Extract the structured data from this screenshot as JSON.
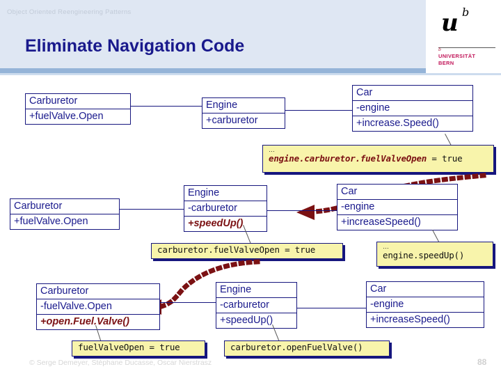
{
  "header": {
    "kicker": "Object Oriented Reengineering Patterns",
    "title": "Eliminate Navigation Code",
    "logo": {
      "u": "u",
      "b": "b",
      "tiny": "b",
      "line1": "UNIVERSITÄT",
      "line2": "BERN"
    }
  },
  "colors": {
    "header_bg": "#dfe7f3",
    "header_rule": "#95b4d8",
    "title": "#19198c",
    "uml_line": "#16167e",
    "uml_text": "#19198c",
    "highlight": "#7b1113",
    "callout_bg": "#f8f4ab",
    "arrow": "#7b1113",
    "footer_text": "#d6d6d6"
  },
  "rows": [
    {
      "name": "row-1",
      "boxes": [
        {
          "name": "carburetor",
          "cells": [
            "Carburetor",
            "+fuelValve.Open"
          ]
        },
        {
          "name": "engine",
          "cells": [
            "Engine",
            "+carburetor"
          ]
        },
        {
          "name": "car",
          "cells": [
            "Car",
            "-engine",
            "+increase.Speed()"
          ]
        }
      ],
      "callout": {
        "ellipsis": "…",
        "path": "engine.carburetor.fuelValveOpen",
        "tail": " = true"
      }
    },
    {
      "name": "row-2",
      "boxes": [
        {
          "name": "carburetor",
          "cells": [
            "Carburetor",
            "+fuelValve.Open"
          ]
        },
        {
          "name": "engine",
          "cells": [
            "Engine",
            "-carburetor",
            "+speedUp()"
          ]
        },
        {
          "name": "car",
          "cells": [
            "Car",
            "-engine",
            "+increaseSpeed()"
          ]
        }
      ],
      "callout_left": {
        "ellipsis": "",
        "path": "",
        "tail": "carburetor.fuelValveOpen = true"
      },
      "callout_right": {
        "ellipsis": "…",
        "path": "",
        "tail": "engine.speedUp()"
      }
    },
    {
      "name": "row-3",
      "boxes": [
        {
          "name": "carburetor",
          "cells": [
            "Carburetor",
            "-fuelValve.Open",
            "+open.Fuel.Valve()"
          ]
        },
        {
          "name": "engine",
          "cells": [
            "Engine",
            "-carburetor",
            "+speedUp()"
          ]
        },
        {
          "name": "car",
          "cells": [
            "Car",
            "-engine",
            "+increaseSpeed()"
          ]
        }
      ],
      "callout_left": {
        "ellipsis": "",
        "path": "",
        "tail": "fuelValveOpen = true"
      },
      "callout_right": {
        "ellipsis": "",
        "path": "",
        "tail": "carburetor.openFuelValve()"
      }
    }
  ],
  "footer": {
    "copyright": "© Serge Demeyer, Stéphane Ducasse, Oscar Nierstrasz",
    "page": "88"
  }
}
